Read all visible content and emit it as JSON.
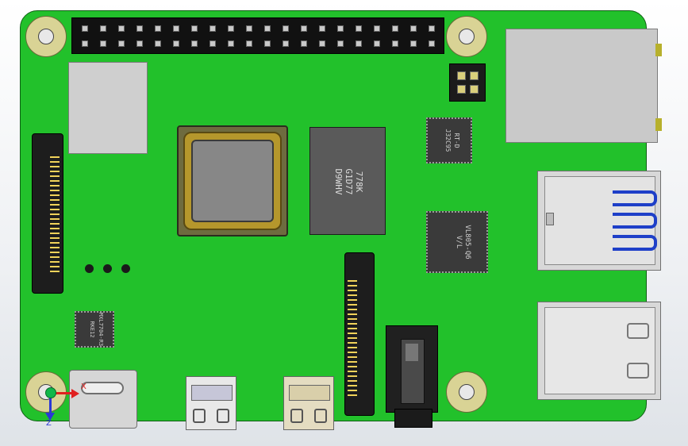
{
  "chips": {
    "cpu_module_text": "778K\nG1D77\nD9WHV",
    "small_chip_text": "RT-D\nJ32C95",
    "usb_controller_text": "VL805-Q6\nV/L",
    "pmic_text": "MXL7704-R3\nRKE12"
  },
  "triad_axes": {
    "x_label": "X",
    "z_label": "Z"
  },
  "colors": {
    "pcb": "#22c12b",
    "usb3_accent": "#1e3fc8"
  }
}
